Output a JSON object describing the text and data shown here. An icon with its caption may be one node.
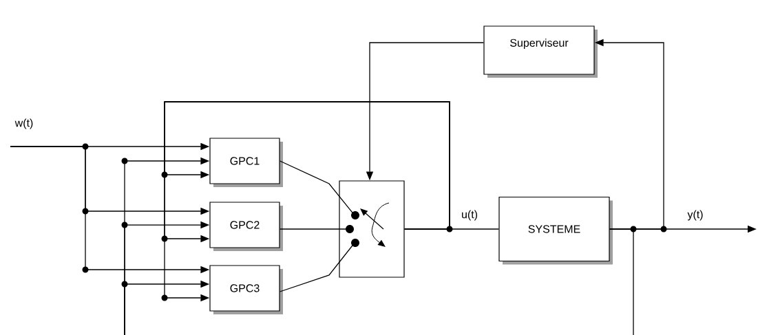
{
  "diagram": {
    "nodes": [
      {
        "text": [
          "Superviseur"
        ]
      },
      {
        "text": [
          "GPC1"
        ]
      },
      {
        "text": [
          "GPC2"
        ]
      },
      {
        "text": [
          "GPC3"
        ]
      },
      {
        "text": [],
        "shape": "box"
      },
      {
        "text": [
          "SYSTEME"
        ]
      }
    ],
    "edges": [
      {
        "from": null,
        "to": 1,
        "arrow": "to"
      },
      {
        "from": null,
        "to": 2,
        "arrow": "to"
      },
      {
        "from": null,
        "to": 3,
        "arrow": "to"
      },
      {
        "from": null,
        "to": 1,
        "arrow": "to"
      },
      {
        "from": null,
        "to": 2,
        "arrow": "to"
      },
      {
        "from": null,
        "to": 3,
        "arrow": "to"
      },
      {
        "from": 4,
        "to": 1,
        "arrow": "to"
      },
      {
        "from": 4,
        "to": 2,
        "arrow": "to"
      },
      {
        "from": 4,
        "to": 3,
        "arrow": "to"
      },
      {
        "from": 1,
        "to": 4,
        "arrow": "none"
      },
      {
        "from": 2,
        "to": 4,
        "arrow": "none"
      },
      {
        "from": 3,
        "to": 4,
        "arrow": "none"
      },
      {
        "from": 0,
        "to": 4,
        "arrow": "to"
      },
      {
        "from": 4,
        "to": 5,
        "arrow": "none"
      },
      {
        "from": 5,
        "to": 0,
        "arrow": "to"
      },
      {
        "from": 5,
        "to": null,
        "arrow": "to"
      },
      {
        "from": 5,
        "to": null,
        "arrow": "none"
      }
    ],
    "labels": [
      "w(t)",
      "u(t)",
      "y(t)"
    ]
  }
}
